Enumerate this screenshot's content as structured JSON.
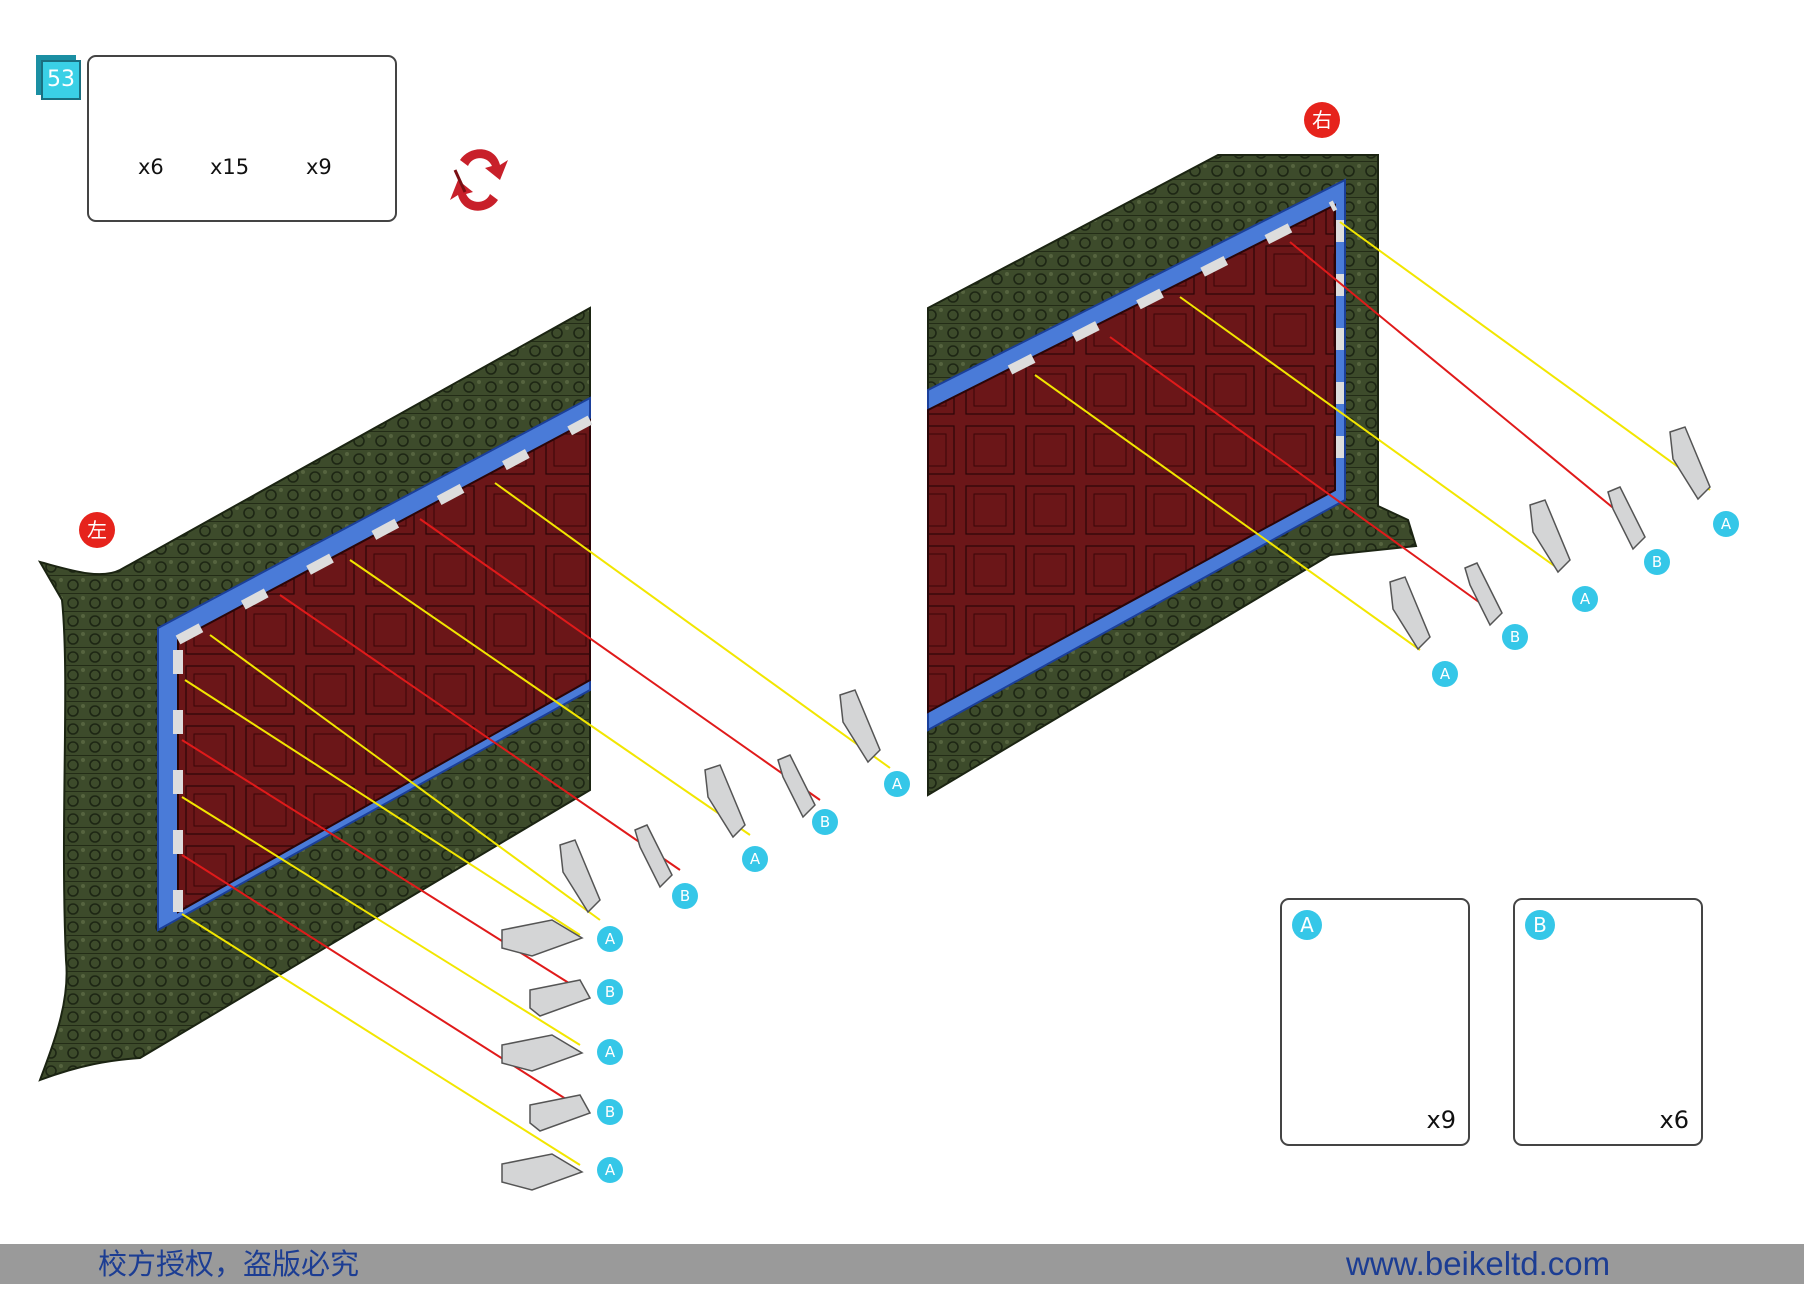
{
  "step": {
    "number": "53"
  },
  "parts": [
    {
      "qty": "x6",
      "icon": "slope-brick-icon"
    },
    {
      "qty": "x15",
      "icon": "inverted-slope-plate-icon"
    },
    {
      "qty": "x9",
      "icon": "inverted-slope-brick-icon"
    }
  ],
  "labels": {
    "left": "左",
    "right": "右"
  },
  "connector_labels": {
    "a": "A",
    "b": "B"
  },
  "subassembly_a": {
    "letter": "A",
    "qty": "x9"
  },
  "subassembly_b": {
    "letter": "B",
    "qty": "x6"
  },
  "footer": {
    "left_text": "校方授权，盗版必究",
    "right_text": "www.beikeltd.com"
  },
  "colors": {
    "wall_green": "#3a4a2a",
    "frame_blue": "#4a7bd8",
    "window_maroon": "#6a1416",
    "label_cyan": "#35c7e8",
    "side_red": "#e6231c",
    "line_yellow": "#f2e600",
    "line_red": "#e01a1a"
  }
}
